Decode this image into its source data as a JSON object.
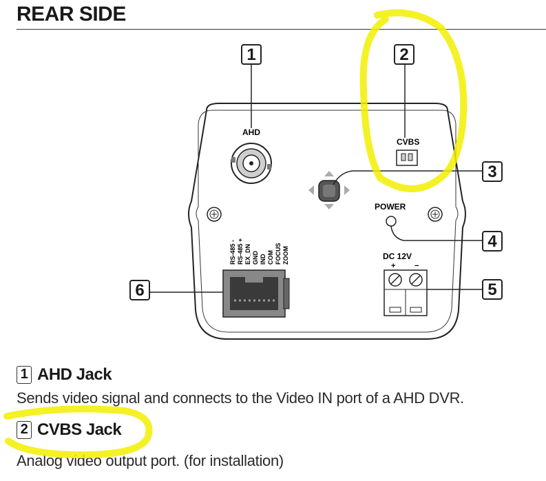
{
  "title": "REAR SIDE",
  "callouts": [
    "1",
    "2",
    "3",
    "4",
    "5",
    "6"
  ],
  "diagram_labels": {
    "ahd": "AHD",
    "cvbs": "CVBS",
    "power": "POWER",
    "dc": "DC 12V",
    "plus": "+",
    "minus": "−",
    "pins": [
      "RS-485 -",
      "RS-485 +",
      "EX_DN",
      "GND",
      "IND",
      "COM",
      "FOCUS",
      "ZOOM"
    ]
  },
  "sections": [
    {
      "num": "1",
      "heading": "AHD Jack",
      "desc": "Sends video signal and connects to the Video IN port of a AHD DVR."
    },
    {
      "num": "2",
      "heading": "CVBS Jack",
      "desc": "Analog video output port. (for installation)"
    }
  ],
  "colors": {
    "highlight": "#f5f200",
    "ink": "#1a1a1a"
  }
}
